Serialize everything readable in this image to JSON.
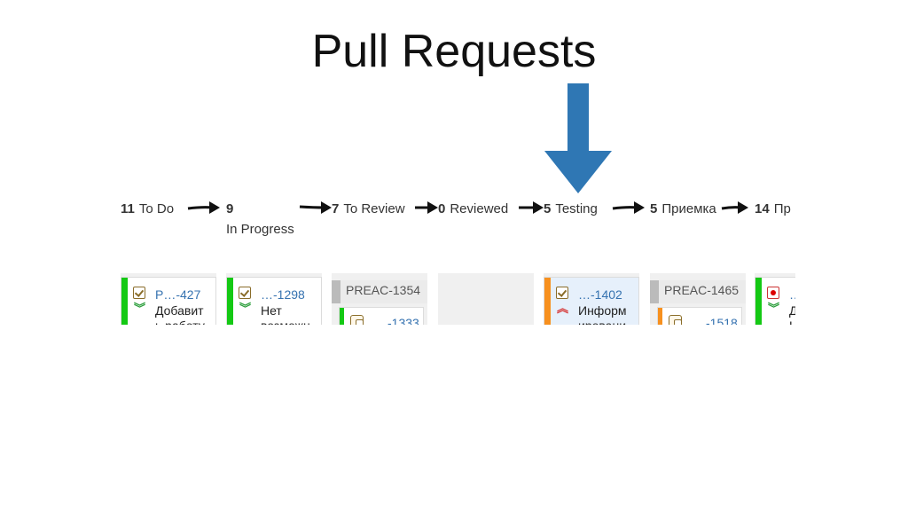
{
  "slide": {
    "title": "Pull Requests"
  },
  "colors": {
    "big_arrow": "#2f77b4",
    "green_bar": "#14c914",
    "orange_bar": "#f7901e",
    "link": "#3572b0"
  },
  "columns": [
    {
      "count": "11",
      "name": "To Do"
    },
    {
      "count": "9",
      "name": "",
      "subname": "In Progress"
    },
    {
      "count": "7",
      "name": "To Review"
    },
    {
      "count": "0",
      "name": "Reviewed"
    },
    {
      "count": "5",
      "name": "Testing"
    },
    {
      "count": "5",
      "name": "Приемка"
    },
    {
      "count": "14",
      "name": "Пр"
    }
  ],
  "cards": [
    {
      "key": "Р…-427",
      "summary": "Добавит ь работу",
      "icon": "task-icon",
      "priority": "low-priority-icon"
    },
    {
      "key": "…-1298",
      "summary": "Нет возможн",
      "icon": "task-icon",
      "priority": "low-priority-icon"
    },
    {
      "parent": "PREAC-1354",
      "key": "…-1333",
      "icon": "subtask-icon"
    },
    {
      "key": "…-1402",
      "summary": "Информ ировани",
      "icon": "task-icon",
      "priority": "high-priority-icon"
    },
    {
      "parent": "PREAC-1465",
      "key": "…-1518",
      "icon": "subtask-icon"
    },
    {
      "key": "…",
      "summary": "Д Н",
      "icon": "bug-icon",
      "priority": "low-priority-icon"
    }
  ]
}
